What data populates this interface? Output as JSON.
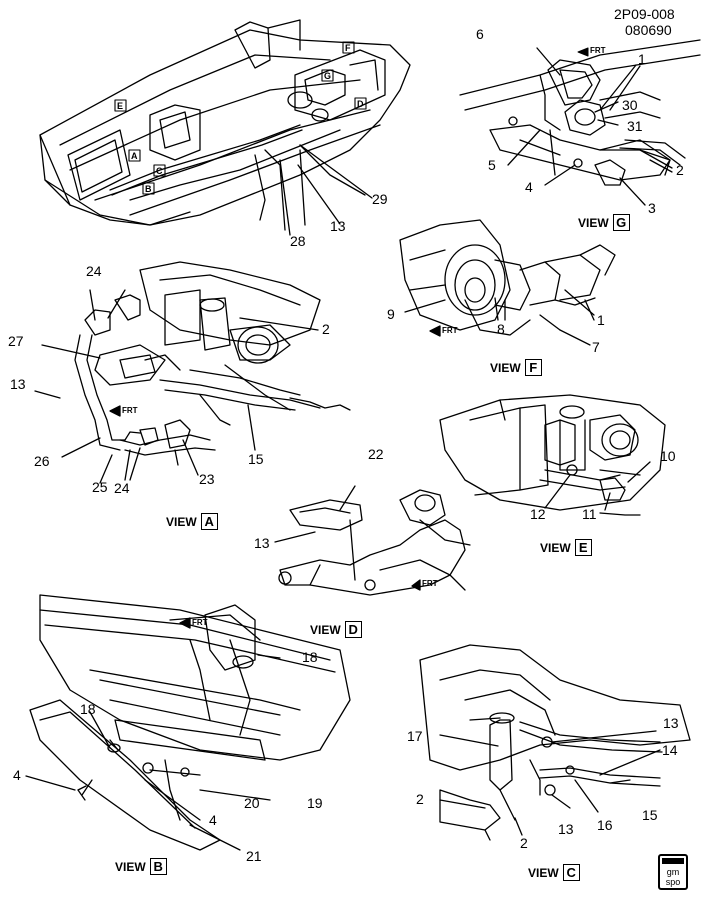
{
  "header": {
    "code": "2P09-008",
    "date": "080690"
  },
  "views": {
    "A": {
      "prefix": "VIEW",
      "letter": "A"
    },
    "B": {
      "prefix": "VIEW",
      "letter": "B"
    },
    "C": {
      "prefix": "VIEW",
      "letter": "C"
    },
    "D": {
      "prefix": "VIEW",
      "letter": "D"
    },
    "E": {
      "prefix": "VIEW",
      "letter": "E"
    },
    "F": {
      "prefix": "VIEW",
      "letter": "F"
    },
    "G": {
      "prefix": "VIEW",
      "letter": "G"
    }
  },
  "frt_label": "FRT",
  "overview_view_tags": [
    "A",
    "B",
    "C",
    "D",
    "E",
    "F",
    "G"
  ],
  "callouts": {
    "main": [
      "29",
      "13",
      "28"
    ],
    "g": [
      "6",
      "1",
      "30",
      "31",
      "5",
      "4",
      "2",
      "3"
    ],
    "f": [
      "9",
      "8",
      "1",
      "7"
    ],
    "a": [
      "24",
      "2",
      "27",
      "13",
      "26",
      "25",
      "24",
      "15",
      "23"
    ],
    "e": [
      "10",
      "12",
      "11"
    ],
    "d": [
      "22",
      "13"
    ],
    "b": [
      "18",
      "18",
      "4",
      "20",
      "19",
      "4",
      "21"
    ],
    "c": [
      "13",
      "17",
      "14",
      "2",
      "13",
      "16",
      "15",
      "2"
    ]
  },
  "logo": {
    "top": "gm",
    "bottom": "spo"
  }
}
